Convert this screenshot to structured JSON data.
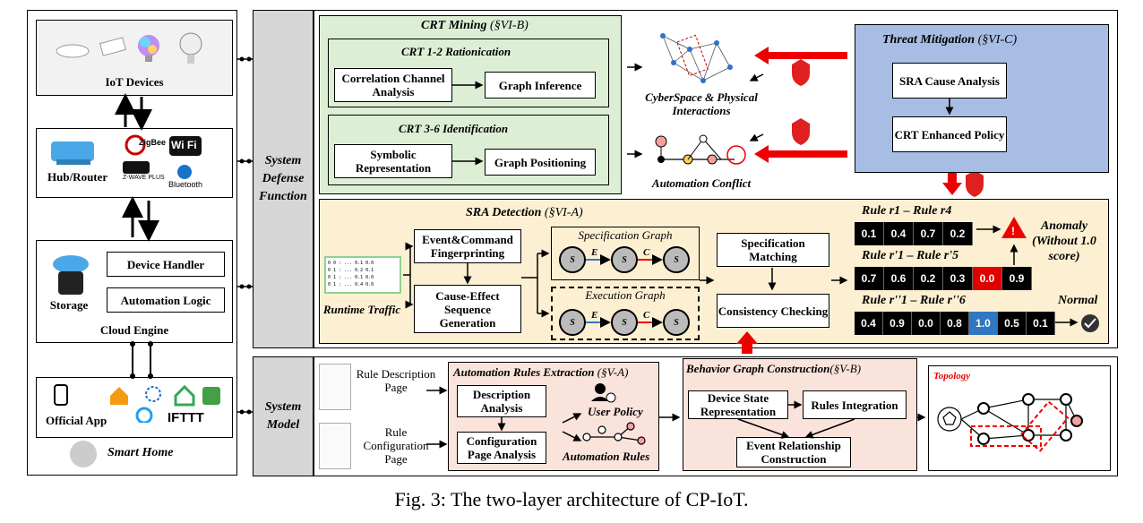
{
  "left_panel": {
    "iot_devices": "IoT Devices",
    "hub_router": "Hub/Router",
    "zigbee": "ZigBee",
    "wifi": "Wi Fi",
    "zwave": "Z-WAVE PLUS",
    "bluetooth": "Bluetooth",
    "storage": "Storage",
    "device_handler": "Device Handler",
    "automation_logic": "Automation Logic",
    "cloud_engine": "Cloud Engine",
    "official_app": "Official App",
    "ifttt": "IFTTT",
    "smart_home": "Smart Home"
  },
  "side_labels": {
    "system_defense_function": "System Defense Function",
    "system_model": "System Model"
  },
  "crt_mining": {
    "title": "CRT Mining",
    "section": "(§VI-B)",
    "rationication_title": "CRT 1-2 Rationication",
    "correlation_channel": "Correlation Channel Analysis",
    "graph_inference": "Graph Inference",
    "identification_title": "CRT 3-6 Identification",
    "symbolic_representation": "Symbolic Representation",
    "graph_positioning": "Graph Positioning"
  },
  "middle": {
    "cyberspace": "CyberSpace & Physical Interactions",
    "automation_conflict": "Automation Conflict"
  },
  "threat_mitigation": {
    "title": "Threat Mitigation",
    "section": "(§VI-C)",
    "sra_cause": "SRA Cause Analysis",
    "crt_enhanced": "CRT Enhanced Policy"
  },
  "sra_detection": {
    "title": "SRA Detection",
    "section": "(§VI-A)",
    "runtime_traffic": "Runtime Traffic",
    "event_command": "Event&Command Fingerprinting",
    "cause_effect": "Cause-Effect Sequence Generation",
    "specification_graph": "Specification Graph",
    "execution_graph": "Execution Graph",
    "specification_matching": "Specification Matching",
    "consistency_checking": "Consistency Checking",
    "rule_row1": "Rule r1 – Rule r4",
    "rule_row2": "Rule r'1 – Rule r'5",
    "rule_row3": "Rule r''1 – Rule r''6",
    "anomaly": "Anomaly (Without 1.0 score)",
    "normal": "Normal",
    "row1_values": [
      "0.1",
      "0.4",
      "0.7",
      "0.2"
    ],
    "row2_values": [
      "0.7",
      "0.6",
      "0.2",
      "0.3",
      "0.0",
      "0.9"
    ],
    "row3_values": [
      "0.4",
      "0.9",
      "0.0",
      "0.8",
      "1.0",
      "0.5",
      "0.1"
    ]
  },
  "system_model": {
    "rule_description_page": "Rule Description Page",
    "rule_configuration_page": "Rule Configuration Page",
    "are_title": "Automation Rules Extraction",
    "are_section": "(§V-A)",
    "description_analysis": "Description Analysis",
    "configuration_page_analysis": "Configuration Page Analysis",
    "user_policy": "User Policy",
    "automation_rules": "Automation Rules",
    "bgc_title": "Behavior Graph Construction",
    "bgc_section": "(§V-B)",
    "device_state": "Device State Representation",
    "rules_integration": "Rules Integration",
    "event_relationship": "Event Relationship Construction",
    "topology": "Topology"
  },
  "caption": "Fig. 3: The two-layer architecture of CP-IoT.",
  "colors": {
    "crt_green": "#dcefd5",
    "threat_blue": "#a7bde3",
    "sra_yellow": "#fdf0d2",
    "pink": "#f9e3db",
    "red": "#e00000",
    "matrix_blue": "#2f77c0"
  }
}
